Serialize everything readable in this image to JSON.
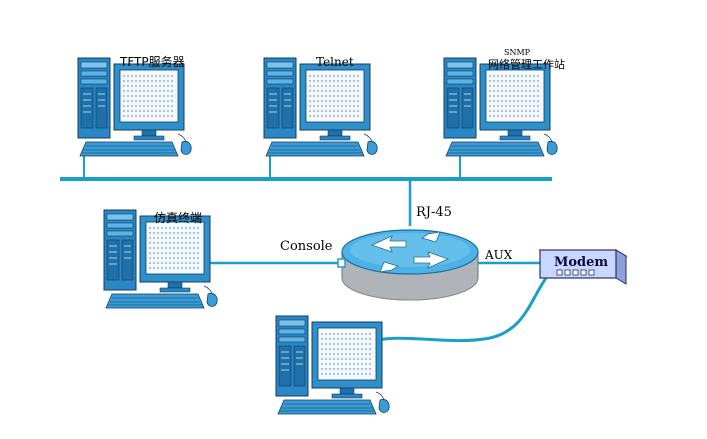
{
  "nodes": {
    "tftp": {
      "label": "TFTP服务器"
    },
    "telnet": {
      "label": "Telnet"
    },
    "snmp": {
      "label_small": "SNMP",
      "label": "网络管理工作站"
    },
    "terminal": {
      "label": "仿真终端"
    },
    "remote": {
      "label": ""
    }
  },
  "ports": {
    "rj45": "RJ-45",
    "console": "Console",
    "aux": "AUX"
  },
  "modem": {
    "label": "Modem"
  },
  "colors": {
    "cable": "#1aa0c8",
    "monitor_body": "#2f8fc9",
    "screen": "#f4f8ff",
    "tower": "#3a9bd6",
    "router_top": "#4db3e6",
    "router_side": "#b0b4b8",
    "modem_fill": "#c9d6ff"
  }
}
